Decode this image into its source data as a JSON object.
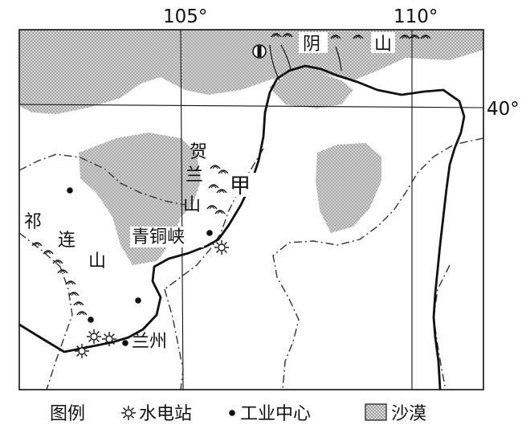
{
  "map": {
    "meridians": {
      "lon_105": "105°",
      "lon_110": "110°"
    },
    "parallel": {
      "lat_40": "40°"
    },
    "places": {
      "yinshan": [
        "阴",
        "山"
      ],
      "helanshan": [
        "贺",
        "兰",
        "山"
      ],
      "qilianshan": [
        "祁",
        "连",
        "山"
      ],
      "jia": "甲",
      "qingtongxia": "青铜峡",
      "lanzhou": "兰州"
    }
  },
  "legend": {
    "title": "图例",
    "hydro": "水电站",
    "industry": "工业中心",
    "desert": "沙漠"
  },
  "colors": {
    "ink": "#111111",
    "desert": "#b9b9b9",
    "paper": "#ffffff"
  },
  "icons": {
    "hydro": "hydropower-station-icon",
    "industry": "industrial-center-dot-icon",
    "desert": "desert-swatch-icon",
    "mountain": "mountain-symbol-icon"
  }
}
